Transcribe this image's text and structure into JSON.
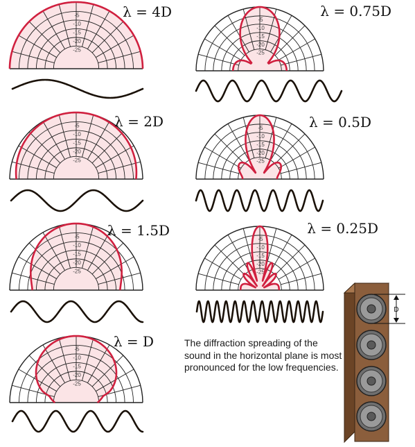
{
  "caption": "The diffraction spreading of the sound in the horizontal plane is most pronounced for the low frequencies.",
  "ring_labels": [
    "-5",
    "-10",
    "-15",
    "-20",
    "-25"
  ],
  "speaker_dimension_label": "D",
  "colors": {
    "pattern": "#d0203f",
    "fill": "#fbe4e6",
    "grid": "#222222",
    "wave": "#1a1108",
    "cabinet": "#8b5e3c"
  },
  "panels": [
    {
      "label": "λ = 4D",
      "wave_cycles": 1.0,
      "pattern": "omni"
    },
    {
      "label": "λ = 0.75D",
      "wave_cycles": 5.0,
      "pattern": "lobes1"
    },
    {
      "label": "λ = 2D",
      "wave_cycles": 2.0,
      "pattern": "wide"
    },
    {
      "label": "λ = 0.5D",
      "wave_cycles": 7.0,
      "pattern": "lobes2"
    },
    {
      "label": "λ = 1.5D",
      "wave_cycles": 2.75,
      "pattern": "medium"
    },
    {
      "label": "λ = 0.25D",
      "wave_cycles": 14.0,
      "pattern": "beam"
    },
    {
      "label": "λ = D",
      "wave_cycles": 3.75,
      "pattern": "narrow"
    }
  ]
}
